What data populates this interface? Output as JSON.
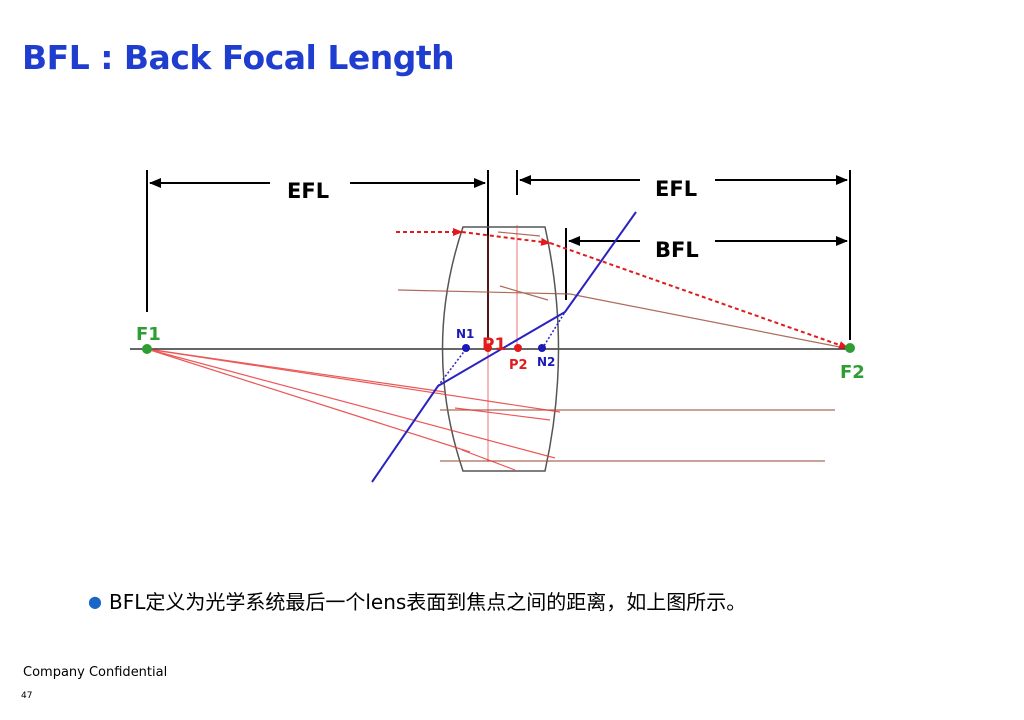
{
  "slide": {
    "title": "BFL : Back Focal Length",
    "bullet_text": "BFL定义为光学系统最后一个lens表面到焦点之间的距离，如上图所示。",
    "footer": "Company Confidential",
    "page_number": "47"
  },
  "diagram": {
    "labels": {
      "efl_front": "EFL",
      "efl_back": "EFL",
      "bfl": "BFL",
      "f1": "F1",
      "f2": "F2",
      "n1": "N1",
      "n2": "N2",
      "p1": "P1",
      "p2": "P2"
    },
    "colors": {
      "title": "#1f3ed0",
      "focal_point": "#2e9e33",
      "focal_label": "#2e9e33",
      "nodal": "#1a1ab8",
      "principal": "#e01b1b",
      "blue_ray": "#2a22c0",
      "red_ray": "#e83b3b",
      "brown_ray": "#a0523d",
      "lens": "#555555",
      "dimension": "#000000"
    }
  }
}
